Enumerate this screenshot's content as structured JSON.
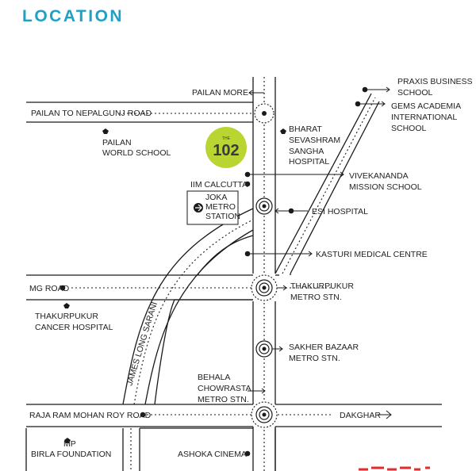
{
  "heading": "LOCATION",
  "project": {
    "small_text": "THE",
    "name": "102",
    "color": "#b9d531"
  },
  "labels": {
    "pailan_more": "PAILAN MORE",
    "pailan_road": "PAILAN TO NEPALGUNJ ROAD",
    "pailan_school_1": "PAILAN",
    "pailan_school_2": "WORLD SCHOOL",
    "bharat_1": "BHARAT",
    "bharat_2": "SEVASHRAM",
    "bharat_3": "SANGHA",
    "bharat_4": "HOSPITAL",
    "praxis_1": "PRAXIS BUSINESS",
    "praxis_2": "SCHOOL",
    "gems_1": "GEMS ACADEMIA",
    "gems_2": "INTERNATIONAL",
    "gems_3": "SCHOOL",
    "vivekananda_1": "VIVEKANANDA",
    "vivekananda_2": "MISSION SCHOOL",
    "iim": "IIM CALCUTTA",
    "joka_1": "JOKA",
    "joka_2": "METRO",
    "joka_3": "STATION",
    "esi": "ESI HOSPITAL",
    "kasturi": "KASTURI MEDICAL CENTRE",
    "mg_road": "MG ROAD",
    "thakurpukur_metro_1": "THAKURPUKUR",
    "thakurpukur_metro_2": "METRO STN.",
    "thakurpukur_cancer_1": "THAKURPUKUR",
    "thakurpukur_cancer_2": "CANCER HOSPITAL",
    "james_long": "JAMES LONG SARANI",
    "sakher_1": "SAKHER BAZAAR",
    "sakher_2": "METRO STN.",
    "behala_1": "BEHALA",
    "behala_2": "CHOWRASTA",
    "behala_3": "METRO STN.",
    "rrmr_road": "RAJA RAM MOHAN ROY ROAD",
    "dakghar": "DAKGHAR",
    "mp_birla_1": "MP",
    "mp_birla_2": "BIRLA FOUNDATION",
    "ashoka": "ASHOKA CINEMA"
  },
  "colors": {
    "heading": "#1ea1c4",
    "road": "#1a1a1a",
    "footer_accent": "#e32b2b"
  }
}
